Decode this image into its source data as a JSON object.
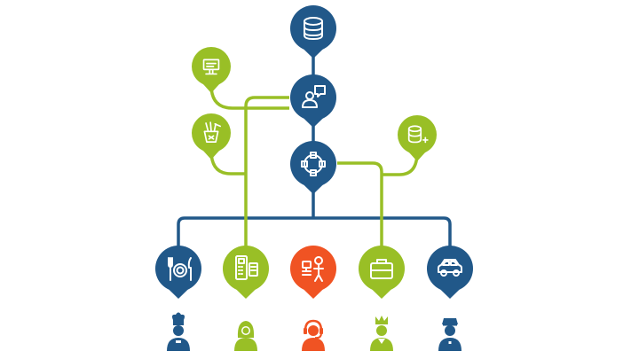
{
  "colors": {
    "blue": "#215889",
    "green": "#99bf26",
    "orange": "#f05323",
    "white": "#ffffff",
    "background": "#ffffff"
  },
  "nodes": [
    {
      "id": "top-database",
      "icon": "database-icon",
      "color": "blue"
    },
    {
      "id": "monitor",
      "icon": "monitor-icon",
      "color": "green"
    },
    {
      "id": "user-chat",
      "icon": "user-chat-icon",
      "color": "blue"
    },
    {
      "id": "noodles",
      "icon": "noodle-box-icon",
      "color": "green"
    },
    {
      "id": "hub",
      "icon": "network-hub-icon",
      "color": "blue"
    },
    {
      "id": "database-add",
      "icon": "database-add-icon",
      "color": "green"
    },
    {
      "id": "restaurant",
      "icon": "plate-cutlery-icon",
      "color": "blue"
    },
    {
      "id": "payment-terminal",
      "icon": "payment-terminal-icon",
      "color": "green"
    },
    {
      "id": "support-agent",
      "icon": "support-agent-icon",
      "color": "orange"
    },
    {
      "id": "briefcase",
      "icon": "briefcase-icon",
      "color": "green"
    },
    {
      "id": "car",
      "icon": "car-icon",
      "color": "blue"
    }
  ],
  "people": [
    {
      "id": "chef",
      "icon": "chef-icon",
      "color": "blue"
    },
    {
      "id": "woman",
      "icon": "woman-icon",
      "color": "green"
    },
    {
      "id": "operator",
      "icon": "headset-operator-icon",
      "color": "orange"
    },
    {
      "id": "king",
      "icon": "king-icon",
      "color": "green"
    },
    {
      "id": "police",
      "icon": "police-officer-icon",
      "color": "blue"
    }
  ]
}
